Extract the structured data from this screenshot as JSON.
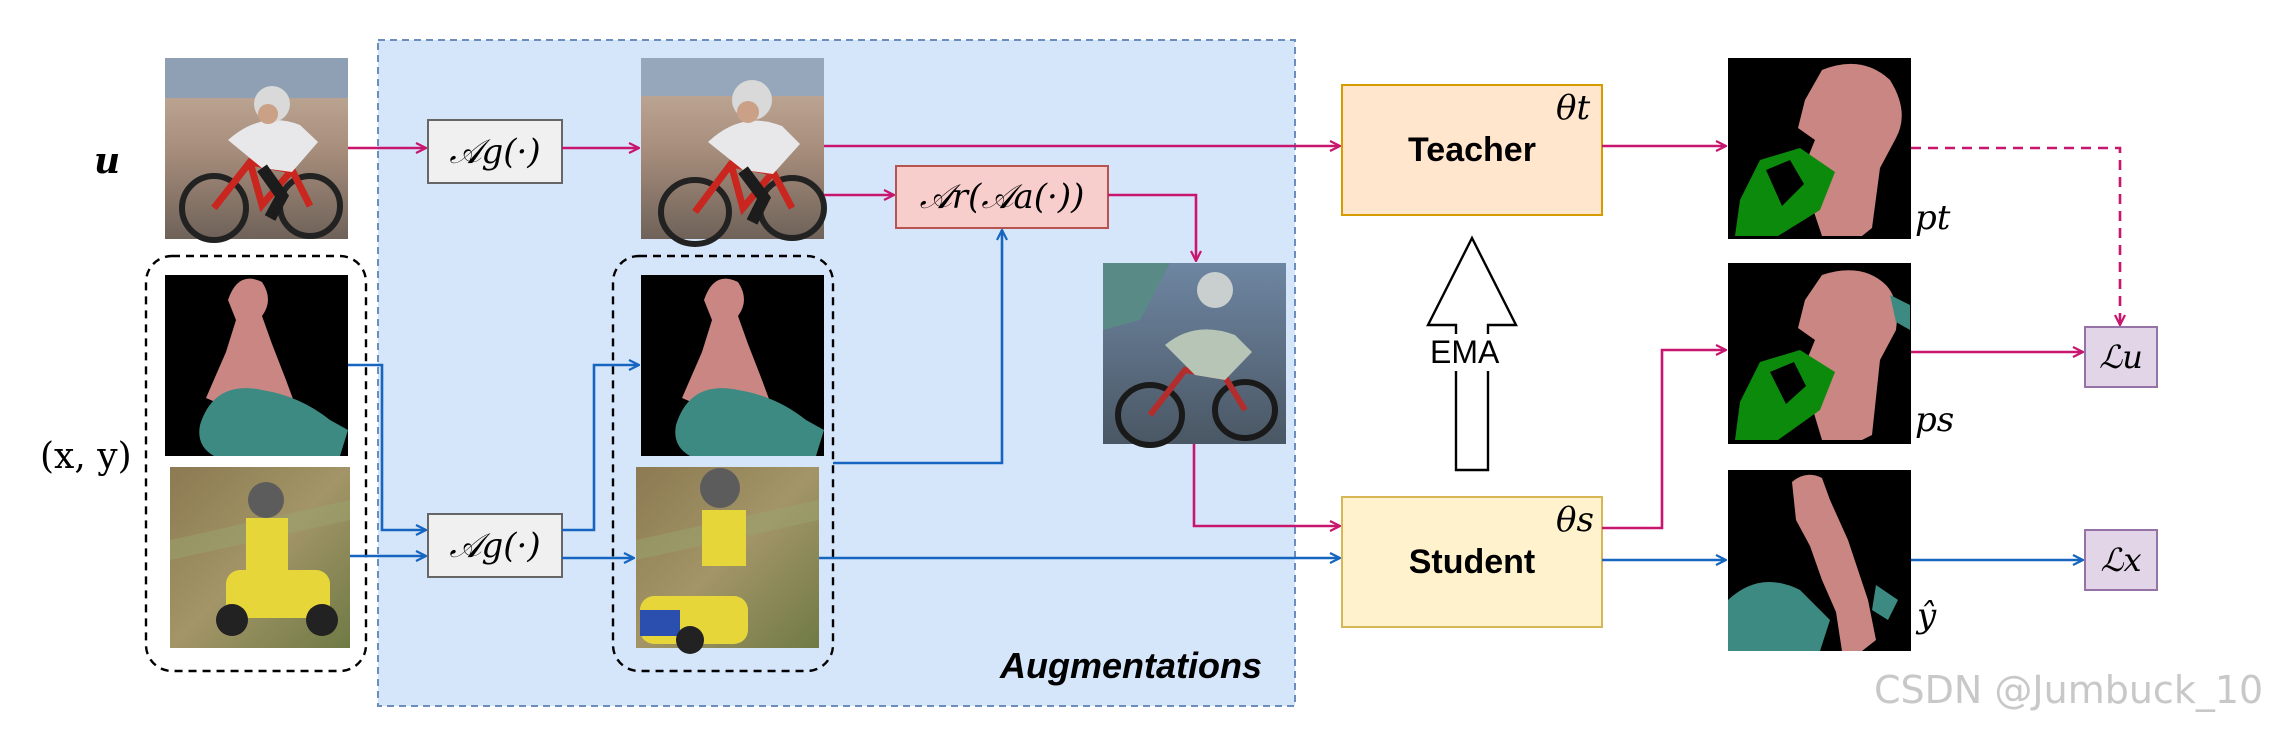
{
  "labels": {
    "u": "u",
    "xy": "(x, y)",
    "ag_top": "𝒜g(·)",
    "ag_bottom": "𝒜g(·)",
    "ar": "𝒜r(𝒜a(·))",
    "teacher": "Teacher",
    "student": "Student",
    "theta_t": "θt",
    "theta_s": "θs",
    "ema": "EMA",
    "pt": "pt",
    "ps": "ps",
    "yhat": "ŷ",
    "lu": "ℒu",
    "lx": "ℒx",
    "augmentations": "Augmentations",
    "watermark": "CSDN @Jumbuck_10"
  },
  "colors": {
    "magenta": "#c8156e",
    "blue": "#1665c0",
    "aug_region": "#d6e6fa",
    "aug_border": "#6c8ebf",
    "gray_box": "#f0f0f0",
    "pink_box": "#f8cecc",
    "pink_border": "#b85450",
    "teacher_fill": "#ffe6cc",
    "teacher_border": "#d79b00",
    "student_fill": "#fff2cc",
    "student_border": "#d6b656",
    "loss_fill": "#e1d5e7",
    "loss_border": "#9673a6",
    "seg_person": "#c98683",
    "seg_bike": "#3d8a82",
    "seg_green": "#0c8a0c"
  }
}
